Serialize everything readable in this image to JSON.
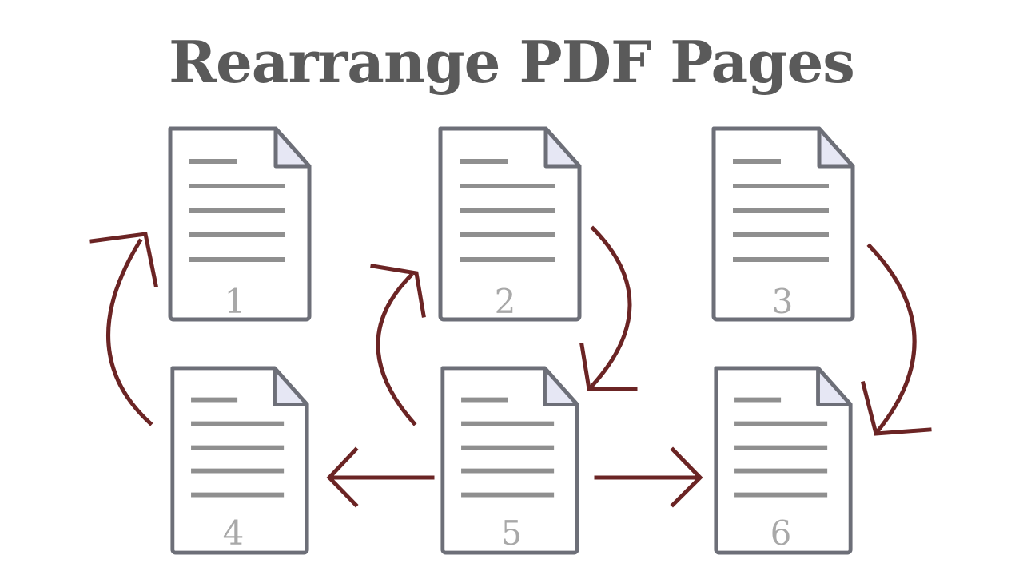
{
  "title": "Rearrange PDF Pages",
  "pages": [
    {
      "label": "1"
    },
    {
      "label": "2"
    },
    {
      "label": "3"
    },
    {
      "label": "4"
    },
    {
      "label": "5"
    },
    {
      "label": "6"
    }
  ],
  "colors": {
    "title": "#5a5a5a",
    "page_outline": "#6d6f78",
    "page_fold": "#e6e7f4",
    "text_lines": "#8f8f8f",
    "page_number": "#a8a8a8",
    "arrow": "#6b2424"
  },
  "icons": {
    "page": "document-page-icon",
    "arrow": "move-arrow"
  }
}
